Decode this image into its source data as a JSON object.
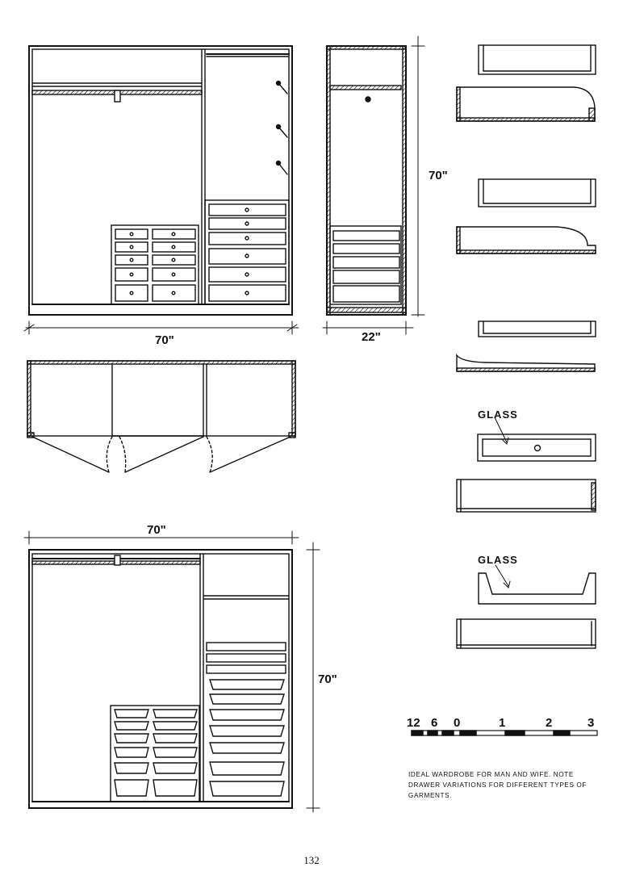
{
  "dimensions": {
    "top_front_width": "70\"",
    "side_height": "70\"",
    "side_depth": "22\"",
    "bottom_front_width": "70\"",
    "bottom_front_height": "70\""
  },
  "details": {
    "glass_label_1": "GLASS",
    "glass_label_2": "GLASS"
  },
  "scale_bar": {
    "labels": [
      "12",
      "6",
      "0",
      "1",
      "2",
      "3"
    ]
  },
  "caption": "IDEAL WARDROBE FOR MAN AND WIFE. NOTE DRAWER VARIATIONS FOR DIFFERENT TYPES OF GARMENTS.",
  "page_number": "132"
}
